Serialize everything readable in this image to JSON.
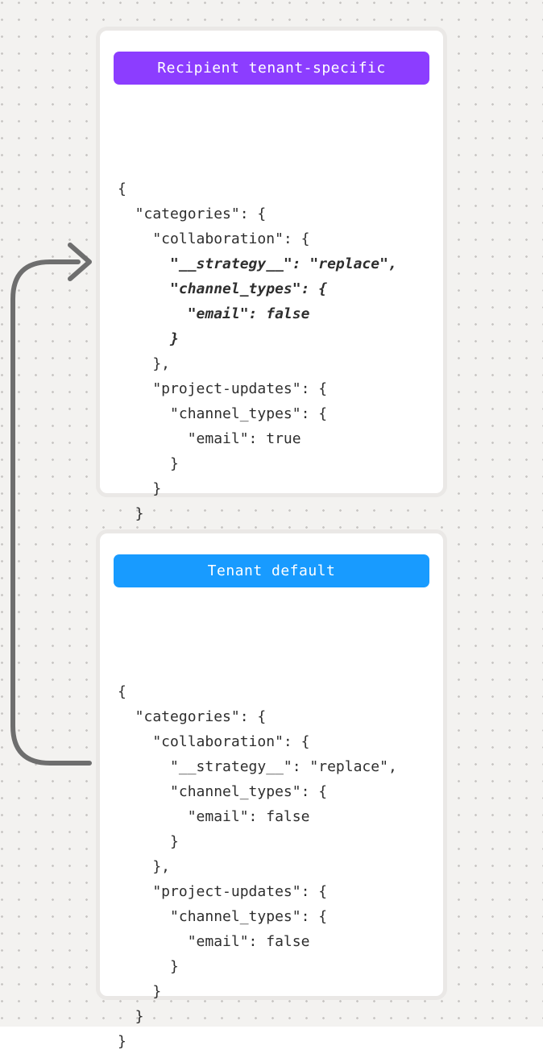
{
  "canvas": {
    "background_color": "#f3f2f0",
    "dot_color": "#c8c6c4",
    "arrow_color": "#6e6e6e"
  },
  "cards": [
    {
      "badge_label": "Recipient tenant-specific",
      "badge_color": "#8c3dff",
      "code_lines": [
        {
          "text": "{"
        },
        {
          "text": "  \"categories\": {"
        },
        {
          "text": "    \"collaboration\": {"
        },
        {
          "text": "      \"__strategy__\": \"replace\",",
          "emphasis": true
        },
        {
          "text": "      \"channel_types\": {",
          "emphasis": true
        },
        {
          "text": "        \"email\": false",
          "emphasis": true
        },
        {
          "text": "      }",
          "emphasis": true
        },
        {
          "text": "    },"
        },
        {
          "text": "    \"project-updates\": {"
        },
        {
          "text": "      \"channel_types\": {"
        },
        {
          "text": "        \"email\": true"
        },
        {
          "text": "      }"
        },
        {
          "text": "    }"
        },
        {
          "text": "  }"
        },
        {
          "text": "}"
        }
      ]
    },
    {
      "badge_label": "Tenant default",
      "badge_color": "#189bff",
      "code_lines": [
        {
          "text": "{"
        },
        {
          "text": "  \"categories\": {"
        },
        {
          "text": "    \"collaboration\": {"
        },
        {
          "text": "      \"__strategy__\": \"replace\","
        },
        {
          "text": "      \"channel_types\": {"
        },
        {
          "text": "        \"email\": false"
        },
        {
          "text": "      }"
        },
        {
          "text": "    },"
        },
        {
          "text": "    \"project-updates\": {"
        },
        {
          "text": "      \"channel_types\": {"
        },
        {
          "text": "        \"email\": false"
        },
        {
          "text": "      }"
        },
        {
          "text": "    }"
        },
        {
          "text": "  }"
        },
        {
          "text": "}"
        }
      ]
    }
  ]
}
